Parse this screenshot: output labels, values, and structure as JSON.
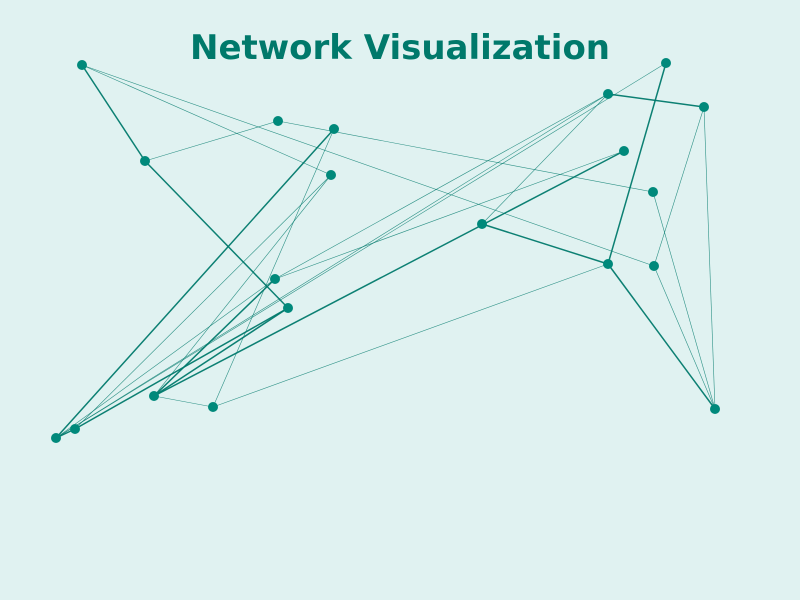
{
  "title": "Network Visualization",
  "colors": {
    "background": "#e0f2f1",
    "title": "#00796b",
    "node": "#00897b",
    "edge": "#00796b"
  },
  "chart_data": {
    "type": "network",
    "nodes": [
      "n1",
      "n2",
      "n3",
      "n4",
      "n5",
      "n6",
      "n7",
      "n8",
      "n9",
      "n10",
      "n11",
      "n12",
      "n13",
      "n14",
      "n15",
      "n16",
      "n17",
      "n18",
      "n19",
      "n20"
    ],
    "edges": [
      {
        "source": "n1",
        "target": "n3",
        "weight": 2
      },
      {
        "source": "n1",
        "target": "n16",
        "weight": 1
      },
      {
        "source": "n3",
        "target": "n4",
        "weight": 1
      },
      {
        "source": "n3",
        "target": "n8",
        "weight": 2
      },
      {
        "source": "n4",
        "target": "n13",
        "weight": 1
      },
      {
        "source": "n5",
        "target": "n6",
        "weight": 2
      },
      {
        "source": "n5",
        "target": "n11",
        "weight": 1
      },
      {
        "source": "n5",
        "target": "n15",
        "weight": 1
      },
      {
        "source": "n5",
        "target": "n19",
        "weight": 1
      },
      {
        "source": "n6",
        "target": "n16",
        "weight": 1
      },
      {
        "source": "n7",
        "target": "n19",
        "weight": 2
      },
      {
        "source": "n7",
        "target": "n17",
        "weight": 1
      },
      {
        "source": "n8",
        "target": "n12",
        "weight": 2
      },
      {
        "source": "n8",
        "target": "n14",
        "weight": 2
      },
      {
        "source": "n9",
        "target": "n14",
        "weight": 1
      },
      {
        "source": "n9",
        "target": "n12",
        "weight": 1
      },
      {
        "source": "n10",
        "target": "n14",
        "weight": 2
      },
      {
        "source": "n10",
        "target": "n15",
        "weight": 1
      },
      {
        "source": "n11",
        "target": "n18",
        "weight": 2
      },
      {
        "source": "n12",
        "target": "n19",
        "weight": 2
      },
      {
        "source": "n14",
        "target": "n15",
        "weight": 2
      },
      {
        "source": "n14",
        "target": "n17",
        "weight": 1
      },
      {
        "source": "n15",
        "target": "n19",
        "weight": 1
      },
      {
        "source": "n16",
        "target": "n20",
        "weight": 1
      },
      {
        "source": "n17",
        "target": "n18",
        "weight": 1
      },
      {
        "source": "n18",
        "target": "n20",
        "weight": 2
      },
      {
        "source": "n13",
        "target": "n20",
        "weight": 1
      },
      {
        "source": "n6",
        "target": "n20",
        "weight": 1
      },
      {
        "source": "n2",
        "target": "n18",
        "weight": 2
      },
      {
        "source": "n1",
        "target": "n9",
        "weight": 1
      },
      {
        "source": "n2",
        "target": "n19",
        "weight": 1
      }
    ]
  }
}
